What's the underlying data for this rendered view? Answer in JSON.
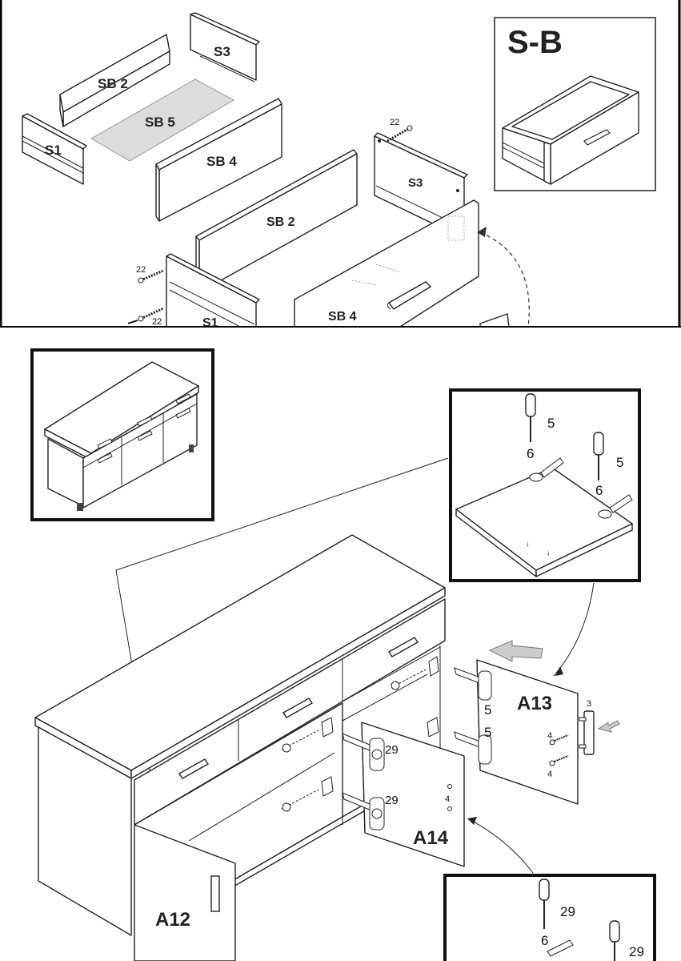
{
  "top_panel": {
    "labels": {
      "sb2_a": "SB 2",
      "s3_a": "S3",
      "sb5": "SB 5",
      "s1_a": "S1",
      "sb4_a": "SB 4",
      "s3_b": "S3",
      "sb2_b": "SB 2",
      "sb4_b": "SB 4",
      "s1_b": "S1",
      "screw_a": "22",
      "screw_b": "22",
      "screw_c": "22"
    },
    "inset_title": "S-B"
  },
  "bottom_panel": {
    "labels": {
      "a12": "A12",
      "a13": "A13",
      "a14": "A14",
      "n5_a": "5",
      "n5_b": "5",
      "n3": "3",
      "n4_a": "4",
      "n4_b": "4",
      "n29_a": "29",
      "n29_b": "29",
      "n4_c": "4"
    },
    "hinge_inset": {
      "n5_a": "5",
      "n6_a": "6",
      "n5_b": "5",
      "n6_b": "6"
    },
    "bottom_inset": {
      "n29_a": "29",
      "n6": "6",
      "n29_b": "29"
    }
  }
}
